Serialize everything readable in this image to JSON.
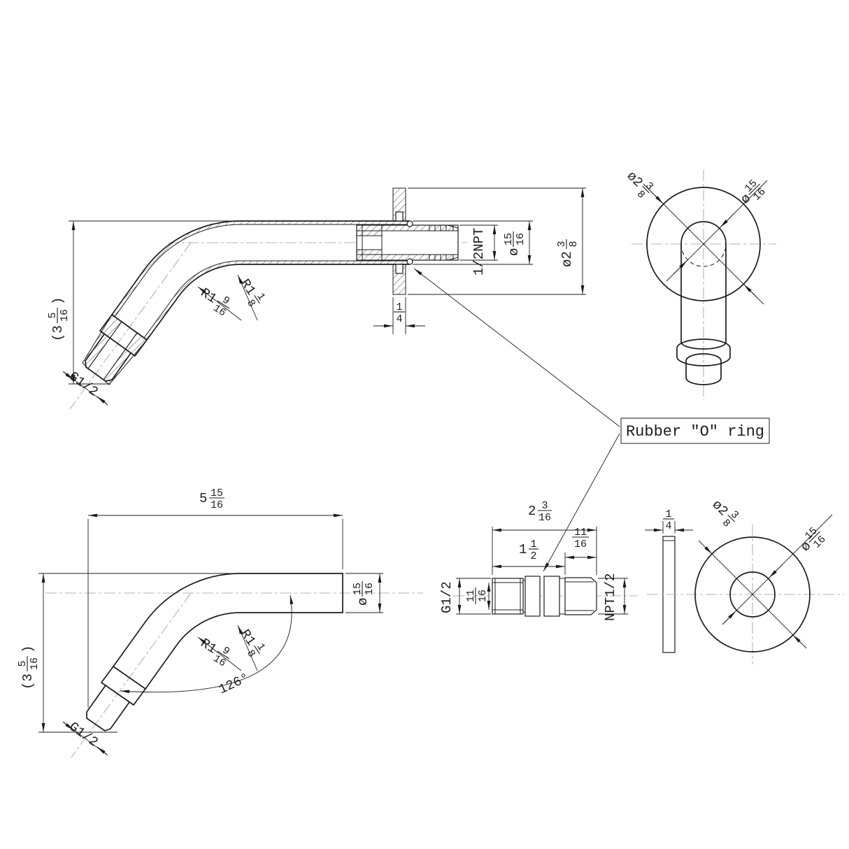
{
  "colors": {
    "line": "#1c1c1c",
    "centerline": "#b3b3b3",
    "background": "#ffffff"
  },
  "callout": {
    "text": "Rubber \"O\" ring"
  },
  "labels": {
    "angle": "126°",
    "g_thread": "G1/2",
    "npt_thread_top": "1/2NPT",
    "npt_thread_side": "NPT1/2"
  },
  "fractions": {
    "tube_od": {
      "pre": "ø",
      "num": "15",
      "den": "16",
      "post": ""
    },
    "flange_od": {
      "pre": "ø2",
      "num": "3",
      "den": "8",
      "post": ""
    },
    "height_ref": {
      "pre": "(3",
      "num": "5",
      "den": "16",
      "post": ")"
    },
    "arm_length": {
      "pre": "5",
      "num": "15",
      "den": "16",
      "post": ""
    },
    "radius_centerline": {
      "pre": "R1",
      "num": "9",
      "den": "16",
      "post": ""
    },
    "radius_inner": {
      "pre": "R1",
      "num": "1",
      "den": "8",
      "post": ""
    },
    "flange_thickness": {
      "pre": "",
      "num": "1",
      "den": "4",
      "post": ""
    },
    "washer_thickness": {
      "pre": "",
      "num": "1",
      "den": "4",
      "post": ""
    },
    "nipple_length": {
      "pre": "2",
      "num": "3",
      "den": "16",
      "post": ""
    },
    "nipple_g_length": {
      "pre": "1",
      "num": "1",
      "den": "2",
      "post": ""
    },
    "nipple_npt_length": {
      "pre": "",
      "num": "11",
      "den": "16",
      "post": ""
    },
    "nipple_minor_od": {
      "pre": "",
      "num": "11",
      "den": "16",
      "post": ""
    }
  }
}
